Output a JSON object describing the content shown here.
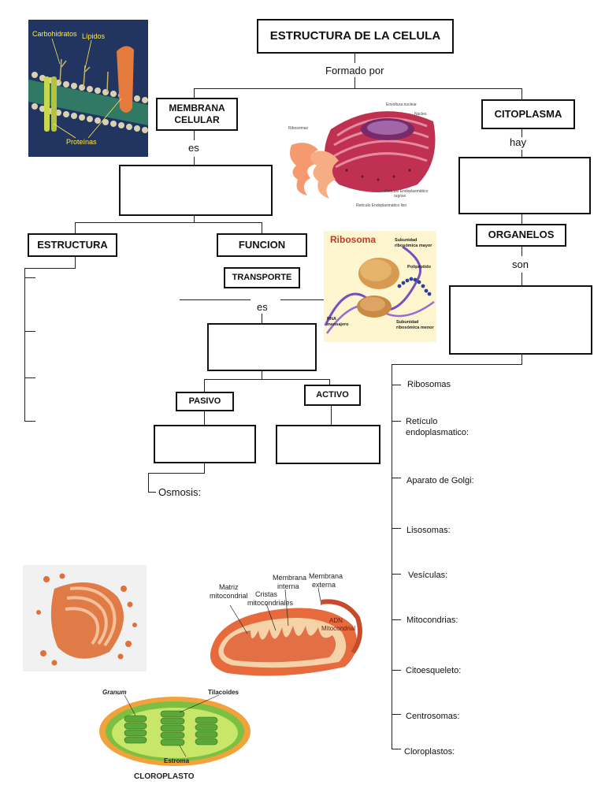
{
  "title": "ESTRUCTURA DE LA CELULA",
  "links": {
    "formado": "Formado por",
    "es1": "es",
    "hay": "hay",
    "son": "son",
    "es2": "es"
  },
  "nodes": {
    "membrana_l1": "MEMBRANA",
    "membrana_l2": "CELULAR",
    "citoplasma": "CITOPLASMA",
    "estructura": "ESTRUCTURA",
    "funcion": "FUNCION",
    "transporte": "TRANSPORTE",
    "organelos": "ORGANELOS",
    "pasivo": "PASIVO",
    "activo": "ACTIVO",
    "osmosis": "Osmosis:"
  },
  "organelles": [
    "Ribosomas",
    "Retículo endoplasmatico:",
    "Aparato de Golgi:",
    "Lisosomas:",
    "Vesículas:",
    "Mitocondrias:",
    "Citoesqueleto:",
    "Centrosomas:",
    "Cloroplastos:"
  ],
  "images": {
    "membrane": {
      "carbohidratos": "Carbohidratos",
      "lipidos": "Lípidos",
      "proteinas": "Proteínas",
      "colors": {
        "bg": "#1d2a52",
        "protein": "#e47a3c",
        "channel": "#c7d84a"
      }
    },
    "ribosome": {
      "title": "Ribosoma",
      "mayor_1": "Subunidad",
      "mayor_2": "ribosómica mayor",
      "polipeptido": "Polipéptido",
      "rna_1": "RNA",
      "rna_2": "mensajero",
      "menor_1": "Subunidad",
      "menor_2": "ribosómica menor"
    },
    "mitochondria": {
      "matriz_1": "Matriz",
      "matriz_2": "mitocondrial",
      "cristas_1": "Cristas",
      "cristas_2": "mitocondriales",
      "interna_1": "Membrana",
      "interna_2": "interna",
      "externa_1": "Membrana",
      "externa_2": "externa",
      "adn_1": "ADN",
      "adn_2": "Mitocondrial"
    },
    "chloroplast": {
      "granum": "Granum",
      "tilacoides": "Tilacoides",
      "estroma": "Estroma",
      "caption": "CLOROPLASTO"
    },
    "er": {
      "envoltura": "Envoltura nuclear",
      "nucleo": "Núcleo",
      "ribosomas": "Ribosomas",
      "rer_1": "Retículo Endoplasmático",
      "rer_2": "rugoso",
      "rel": "Retículo Endoplasmático liso"
    }
  }
}
